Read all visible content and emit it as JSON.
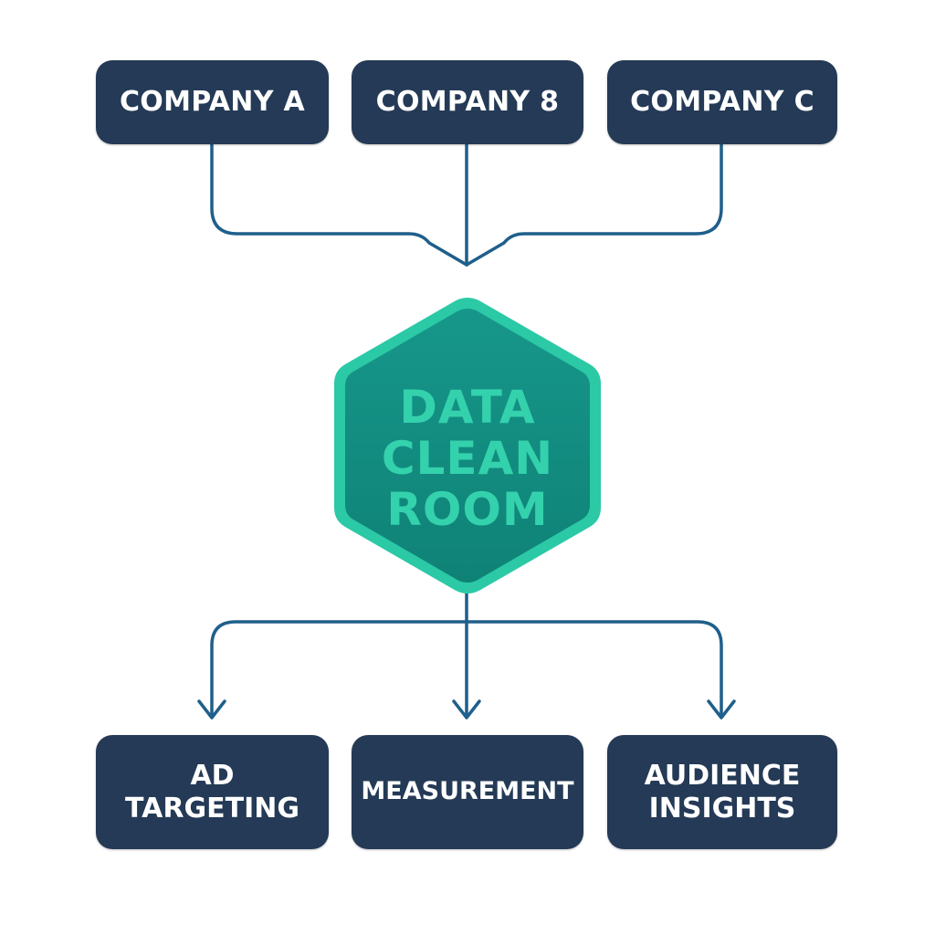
{
  "diagram": {
    "title": "Data Clean Room",
    "sources": [
      {
        "label": "COMPANY A"
      },
      {
        "label": "COMPANY 8"
      },
      {
        "label": "COMPANY C"
      }
    ],
    "center": {
      "lines": [
        "DATA",
        "CLEAN",
        "ROOM"
      ]
    },
    "outputs": [
      {
        "lines": [
          "AD",
          "TARGETING"
        ]
      },
      {
        "lines": [
          "MEASUREMENT"
        ]
      },
      {
        "lines": [
          "AUDIENCE",
          "INSIGHTS"
        ]
      }
    ],
    "colors": {
      "box_fill": "#243a56",
      "box_text": "#ffffff",
      "connector": "#1f5f8b",
      "hex_border": "#2bc9a6",
      "hex_fill": "#128a7c",
      "hex_text": "#34d1ad"
    }
  }
}
